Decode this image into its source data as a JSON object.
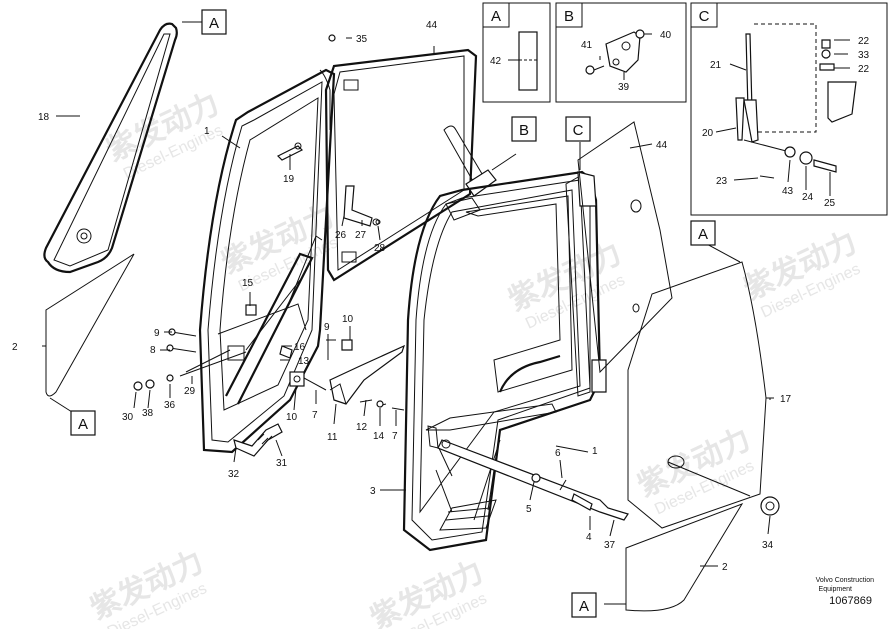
{
  "callouts": {
    "n1": "1",
    "n1b": "1",
    "n2": "2",
    "n2b": "2",
    "n3": "3",
    "n4": "4",
    "n5": "5",
    "n6": "6",
    "n7": "7",
    "n7b": "7",
    "n8": "8",
    "n9": "9",
    "n9b": "9",
    "n10": "10",
    "n10b": "10",
    "n11": "11",
    "n12": "12",
    "n13": "13",
    "n14": "14",
    "n15": "15",
    "n16": "16",
    "n17": "17",
    "n18": "18",
    "n19": "19",
    "n20": "20",
    "n21": "21",
    "n22": "22",
    "n22b": "22",
    "n23": "23",
    "n24": "24",
    "n25": "25",
    "n26": "26",
    "n27": "27",
    "n28": "28",
    "n29": "29",
    "n30": "30",
    "n31": "31",
    "n32": "32",
    "n33": "33",
    "n34": "34",
    "n35": "35",
    "n36": "36",
    "n37": "37",
    "n38": "38",
    "n39": "39",
    "n40": "40",
    "n41": "41",
    "n42": "42",
    "n43": "43",
    "n44": "44",
    "n44b": "44"
  },
  "section_tags": {
    "a_top": "A",
    "a_left": "A",
    "a_right": "A",
    "a_bottom": "A",
    "b_main": "B",
    "c_main": "C",
    "detail_a": "A",
    "detail_b": "B",
    "detail_c": "C"
  },
  "footer": {
    "line1": "Volvo Construction",
    "line2": "Equipment",
    "part_number": "1067869"
  },
  "watermark": {
    "brand_cn": "紫发动力",
    "brand_en": "Diesel-Engines"
  }
}
